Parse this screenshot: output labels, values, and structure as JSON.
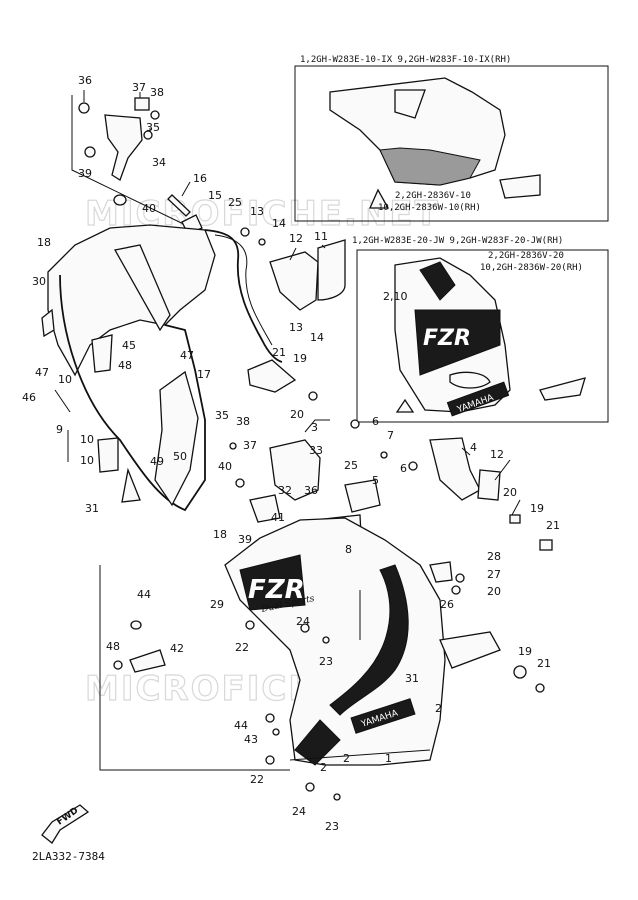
{
  "watermark": "MICROFICHE.NET",
  "reference_code": "2LA332-7384",
  "front_arrow_label": "FWD",
  "inset_top": {
    "line1": "1,2GH-W283E-10-IX  9,2GH-W283F-10-IX(RH)",
    "line2": "2,2GH-2836V-10",
    "line3": "10,2GH-2836W-10(RH)"
  },
  "inset_mid": {
    "line1": "1,2GH-W283E-20-JW  9,2GH-W283F-20-JW(RH)",
    "line2": "2,2GH-2836V-20",
    "line3": "10,2GH-2836W-20(RH)",
    "label_210": "2,10",
    "decal_fzr": "FZR",
    "decal_yamaha": "YAMAHA"
  },
  "main_decals": {
    "fzr": "FZR",
    "sport": "Dual Sports",
    "yamaha": "YAMAHA"
  },
  "callouts": [
    {
      "id": "c36a",
      "text": "36"
    },
    {
      "id": "c37a",
      "text": "37"
    },
    {
      "id": "c38a",
      "text": "38"
    },
    {
      "id": "c35a",
      "text": "35"
    },
    {
      "id": "c34",
      "text": "34"
    },
    {
      "id": "c39a",
      "text": "39"
    },
    {
      "id": "c40a",
      "text": "40"
    },
    {
      "id": "c16",
      "text": "16"
    },
    {
      "id": "c15",
      "text": "15"
    },
    {
      "id": "c25a",
      "text": "25"
    },
    {
      "id": "c13a",
      "text": "13"
    },
    {
      "id": "c14a",
      "text": "14"
    },
    {
      "id": "c12a",
      "text": "12"
    },
    {
      "id": "c11",
      "text": "11"
    },
    {
      "id": "c18a",
      "text": "18"
    },
    {
      "id": "c30",
      "text": "30"
    },
    {
      "id": "c13b",
      "text": "13"
    },
    {
      "id": "c14b",
      "text": "14"
    },
    {
      "id": "c45",
      "text": "45"
    },
    {
      "id": "c47a",
      "text": "47"
    },
    {
      "id": "c48a",
      "text": "48"
    },
    {
      "id": "c21a",
      "text": "21"
    },
    {
      "id": "c19a",
      "text": "19"
    },
    {
      "id": "c47b",
      "text": "47"
    },
    {
      "id": "c46",
      "text": "46"
    },
    {
      "id": "c10a",
      "text": "10"
    },
    {
      "id": "c17",
      "text": "17"
    },
    {
      "id": "c20a",
      "text": "20"
    },
    {
      "id": "c3",
      "text": "3"
    },
    {
      "id": "c6a",
      "text": "6"
    },
    {
      "id": "c9",
      "text": "9"
    },
    {
      "id": "c10b",
      "text": "10"
    },
    {
      "id": "c10c",
      "text": "10"
    },
    {
      "id": "c35b",
      "text": "35"
    },
    {
      "id": "c38b",
      "text": "38"
    },
    {
      "id": "c37b",
      "text": "37"
    },
    {
      "id": "c33",
      "text": "33"
    },
    {
      "id": "c40b",
      "text": "40"
    },
    {
      "id": "c49",
      "text": "49"
    },
    {
      "id": "c50",
      "text": "50"
    },
    {
      "id": "c7",
      "text": "7"
    },
    {
      "id": "c4",
      "text": "4"
    },
    {
      "id": "c12b",
      "text": "12"
    },
    {
      "id": "c6b",
      "text": "6"
    },
    {
      "id": "c25b",
      "text": "25"
    },
    {
      "id": "c32",
      "text": "32"
    },
    {
      "id": "c36b",
      "text": "36"
    },
    {
      "id": "c5",
      "text": "5"
    },
    {
      "id": "c20b",
      "text": "20"
    },
    {
      "id": "c31a",
      "text": "31"
    },
    {
      "id": "c41",
      "text": "41"
    },
    {
      "id": "c18b",
      "text": "18"
    },
    {
      "id": "c39b",
      "text": "39"
    },
    {
      "id": "c8",
      "text": "8"
    },
    {
      "id": "c19b",
      "text": "19"
    },
    {
      "id": "c21b",
      "text": "21"
    },
    {
      "id": "c28",
      "text": "28"
    },
    {
      "id": "c27",
      "text": "27"
    },
    {
      "id": "c20c",
      "text": "20"
    },
    {
      "id": "c26",
      "text": "26"
    },
    {
      "id": "c29",
      "text": "29"
    },
    {
      "id": "c44a",
      "text": "44"
    },
    {
      "id": "c24a",
      "text": "24"
    },
    {
      "id": "c22a",
      "text": "22"
    },
    {
      "id": "c23a",
      "text": "23"
    },
    {
      "id": "c42",
      "text": "42"
    },
    {
      "id": "c48b",
      "text": "48"
    },
    {
      "id": "c19c",
      "text": "19"
    },
    {
      "id": "c21c",
      "text": "21"
    },
    {
      "id": "c31b",
      "text": "31"
    },
    {
      "id": "c2a",
      "text": "2"
    },
    {
      "id": "c44b",
      "text": "44"
    },
    {
      "id": "c43",
      "text": "43"
    },
    {
      "id": "c2b",
      "text": "2"
    },
    {
      "id": "c2c",
      "text": "2"
    },
    {
      "id": "c1",
      "text": "1"
    },
    {
      "id": "c22b",
      "text": "22"
    },
    {
      "id": "c24b",
      "text": "24"
    },
    {
      "id": "c23b",
      "text": "23"
    }
  ]
}
